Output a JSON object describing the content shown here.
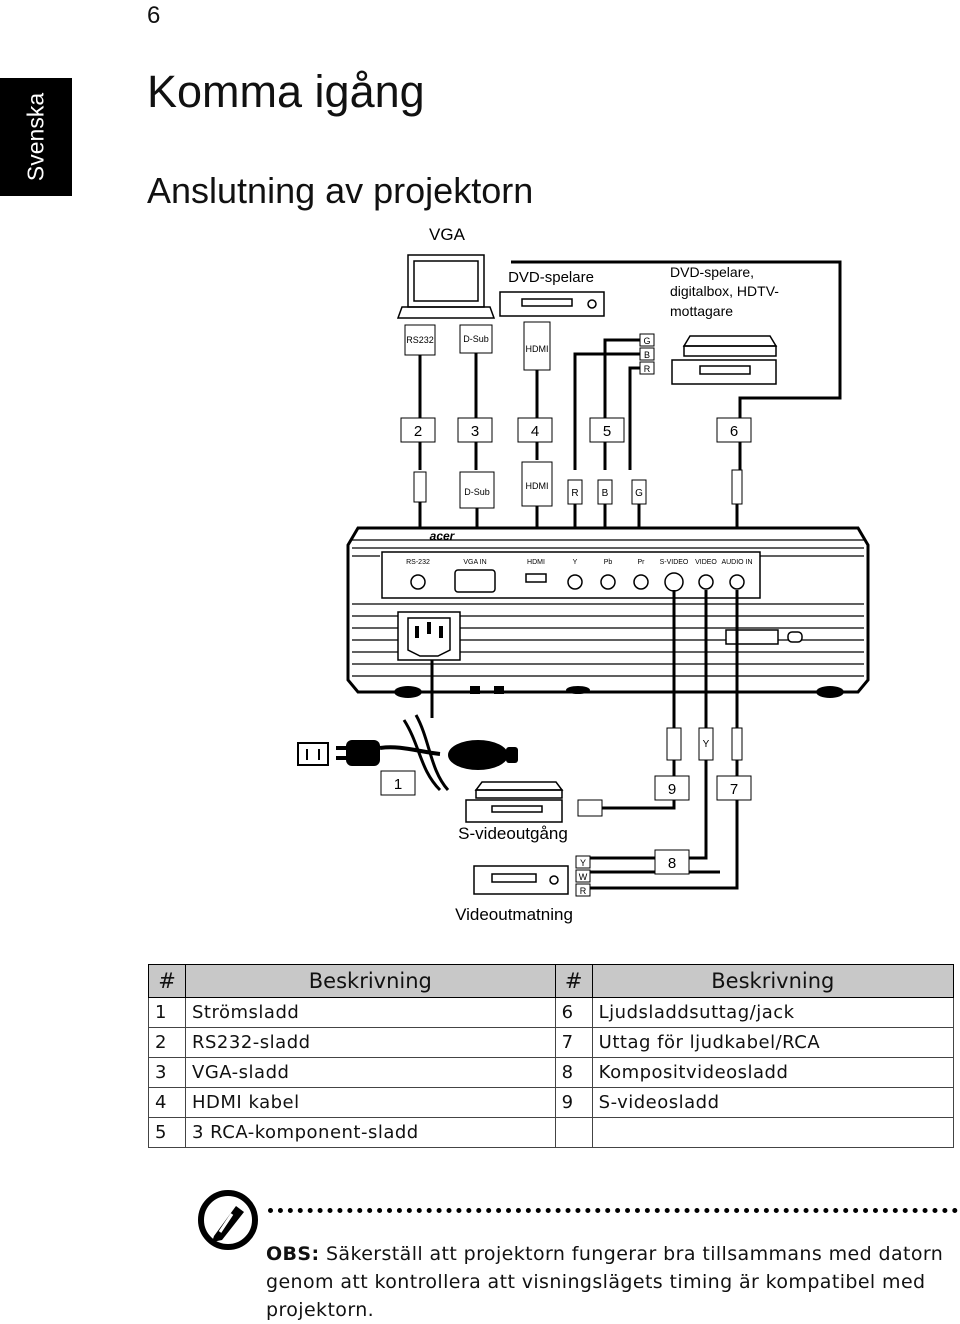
{
  "page_number": "6",
  "side_tab": "Svenska",
  "title": "Komma igång",
  "subtitle": "Anslutning av projektorn",
  "diagram": {
    "labels": {
      "vga": "VGA",
      "dvd": "DVD-spelare",
      "dvd_hdtv_1": "DVD-spelare,",
      "dvd_hdtv_2": "digitalbox, HDTV-",
      "dvd_hdtv_3": "mottagare",
      "svideo_out": "S-videoutgång",
      "video_out": "Videoutmatning"
    },
    "connector_labels": {
      "rs232": "RS232",
      "dsub": "D-Sub",
      "hdmi": "HDMI",
      "r": "R",
      "b": "B",
      "g": "G",
      "w": "W",
      "y": "Y"
    },
    "panel_labels": [
      "RS-232",
      "VGA IN",
      "HDMI",
      "Y",
      "Pb",
      "Pr",
      "S-VIDEO",
      "VIDEO",
      "AUDIO IN"
    ],
    "brand": "acer",
    "callouts": [
      "1",
      "2",
      "3",
      "4",
      "5",
      "6",
      "7",
      "8",
      "9"
    ]
  },
  "table": {
    "headers": [
      "#",
      "Beskrivning",
      "#",
      "Beskrivning"
    ],
    "rows": [
      [
        "1",
        "Strömsladd",
        "6",
        "Ljudsladdsuttag/jack"
      ],
      [
        "2",
        "RS232-sladd",
        "7",
        "Uttag för ljudkabel/RCA"
      ],
      [
        "3",
        "VGA-sladd",
        "8",
        "Kompositvideosladd"
      ],
      [
        "4",
        "HDMI kabel",
        "9",
        "S-videosladd"
      ],
      [
        "5",
        "3 RCA-komponent-sladd",
        "",
        ""
      ]
    ]
  },
  "note": {
    "label": "OBS:",
    "text": " Säkerställ att projektorn fungerar bra tillsammans med datorn genom att kontrollera att visningslägets timing är kompatibel med projektorn."
  }
}
